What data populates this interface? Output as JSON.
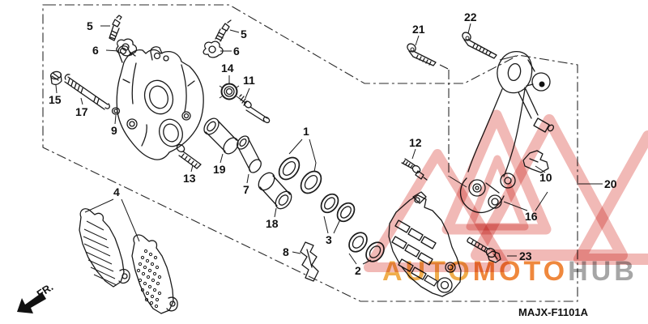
{
  "diagram": {
    "code": "MAJX-F1101A",
    "direction_label": "FR.",
    "callouts": [
      {
        "id": "5-left",
        "label": "5"
      },
      {
        "id": "6-left",
        "label": "6"
      },
      {
        "id": "5-right",
        "label": "5"
      },
      {
        "id": "6-right",
        "label": "6"
      },
      {
        "id": "14",
        "label": "14"
      },
      {
        "id": "11",
        "label": "11"
      },
      {
        "id": "15",
        "label": "15"
      },
      {
        "id": "17",
        "label": "17"
      },
      {
        "id": "9",
        "label": "9"
      },
      {
        "id": "13",
        "label": "13"
      },
      {
        "id": "19",
        "label": "19"
      },
      {
        "id": "7",
        "label": "7"
      },
      {
        "id": "18",
        "label": "18"
      },
      {
        "id": "1",
        "label": "1"
      },
      {
        "id": "3",
        "label": "3"
      },
      {
        "id": "2",
        "label": "2"
      },
      {
        "id": "8",
        "label": "8"
      },
      {
        "id": "4",
        "label": "4"
      },
      {
        "id": "12",
        "label": "12"
      },
      {
        "id": "21",
        "label": "21"
      },
      {
        "id": "22",
        "label": "22"
      },
      {
        "id": "10",
        "label": "10"
      },
      {
        "id": "16",
        "label": "16"
      },
      {
        "id": "20",
        "label": "20"
      },
      {
        "id": "23",
        "label": "23"
      }
    ],
    "watermark": {
      "text_part_1": "AUTO",
      "text_part_2": "MOTO",
      "text_part_3": "HUB",
      "color_part_1": "#efa63d",
      "color_part_2": "#ee7e2c",
      "color_part_3": "#9e9e9e",
      "triangle_color": "#e4736e"
    }
  }
}
